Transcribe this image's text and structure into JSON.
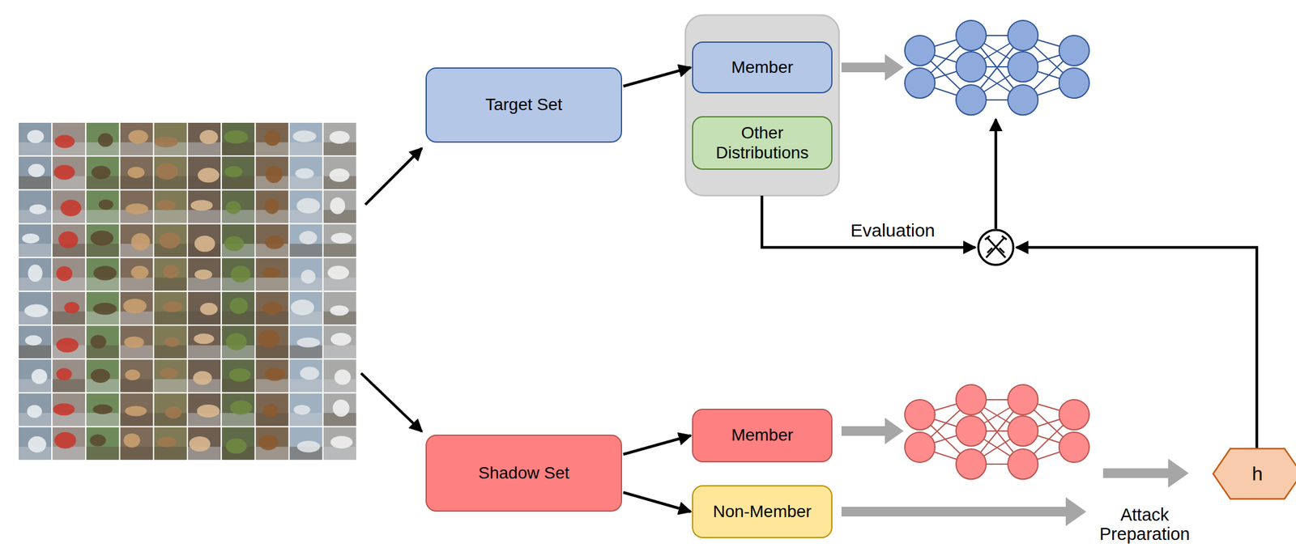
{
  "diagram": {
    "nodes": [
      {
        "text": [
          "Target Set"
        ]
      },
      {
        "text": [
          "Member"
        ]
      },
      {
        "text": [
          "Other Distributions"
        ]
      },
      {
        "text": [
          "Shadow Set"
        ]
      },
      {
        "text": [
          "Member"
        ]
      },
      {
        "text": [
          "Non-Member"
        ]
      },
      {
        "text": [
          "h"
        ]
      }
    ],
    "edges": [
      {
        "from": 0,
        "to": 1,
        "arrow": "to"
      },
      {
        "from": 3,
        "to": 4,
        "arrow": "to"
      },
      {
        "from": 3,
        "to": 5,
        "arrow": "to"
      }
    ],
    "labels": [
      "Evaluation",
      "Attack Preparation"
    ]
  }
}
